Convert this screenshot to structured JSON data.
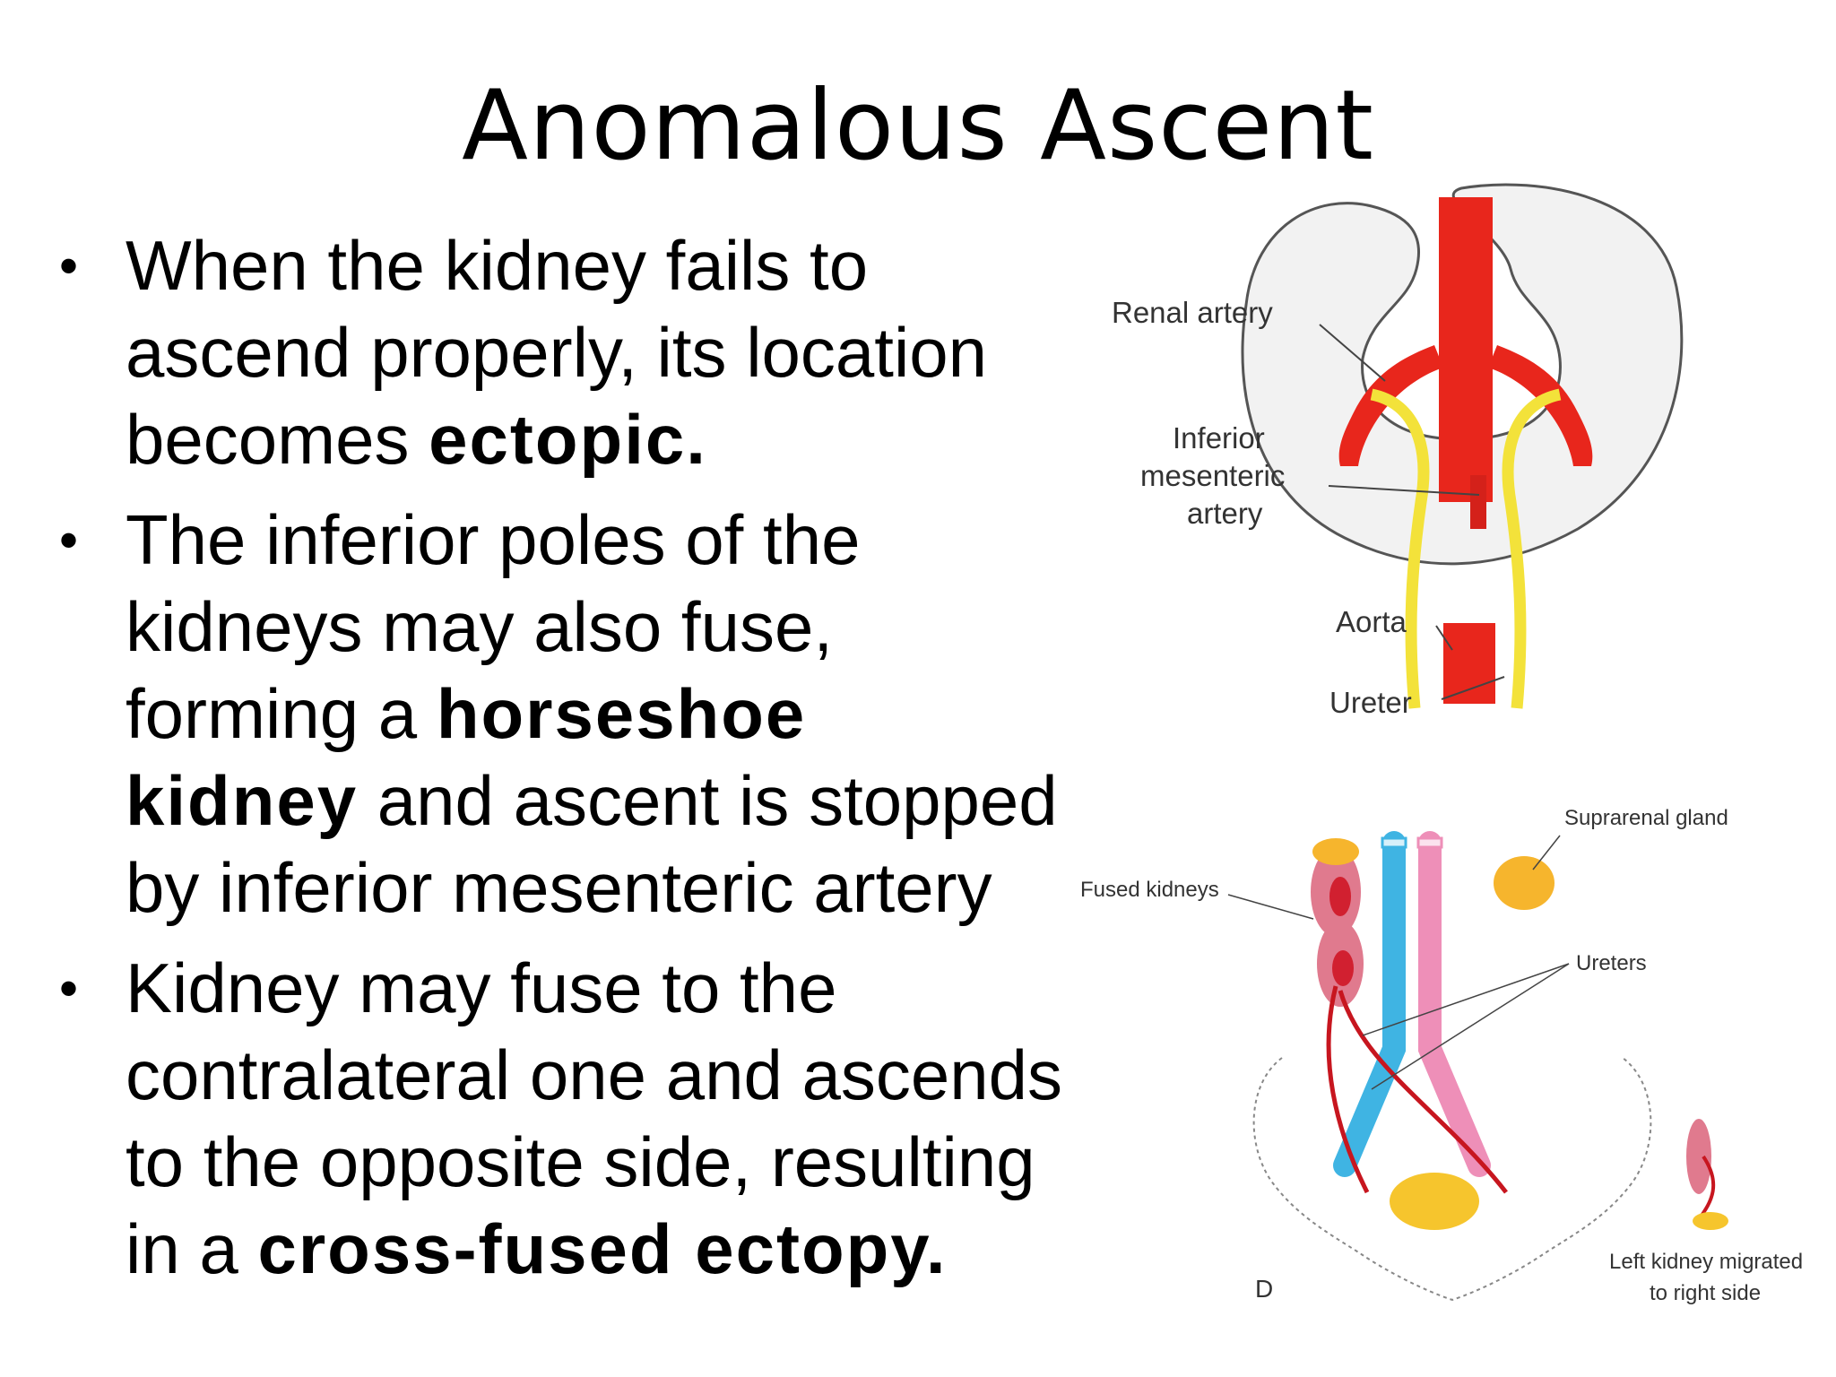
{
  "slide": {
    "title": "Anomalous Ascent",
    "bullets": [
      {
        "lines": [
          [
            "When the kidney fails to",
            ""
          ],
          [
            "ascend properly, its location",
            ""
          ],
          [
            "becomes ",
            "ectopic."
          ]
        ]
      },
      {
        "lines": [
          [
            "The inferior poles of the",
            ""
          ],
          [
            "kidneys may also fuse,",
            ""
          ],
          [
            "forming a ",
            "horseshoe"
          ],
          [
            "",
            "kidney",
            " and ascent is stopped"
          ],
          [
            "by inferior mesenteric artery",
            ""
          ]
        ]
      },
      {
        "lines": [
          [
            "Kidney may fuse to the",
            ""
          ],
          [
            "contralateral one and ascends",
            ""
          ],
          [
            "to the opposite side, resulting",
            ""
          ],
          [
            "in a ",
            "cross-fused ectopy."
          ]
        ]
      }
    ]
  },
  "figure_top": {
    "labels": {
      "renal_artery": "Renal artery",
      "inferior_mesenteric_1": "Inferior",
      "inferior_mesenteric_2": "mesenteric",
      "inferior_mesenteric_3": "artery",
      "aorta": "Aorta",
      "ureter": "Ureter"
    }
  },
  "figure_bottom": {
    "labels": {
      "suprarenal_gland": "Suprarenal gland",
      "fused_kidneys": "Fused kidneys",
      "ureters": "Ureters",
      "panel_letter": "D",
      "caption_1": "Left kidney migrated",
      "caption_2": "to right side"
    }
  },
  "colors": {
    "artery_red": "#e8261c",
    "ureter_yellow": "#f3e23a",
    "vein_blue": "#3fb4e3",
    "pink_vessel": "#ee8fb8",
    "gland_orange": "#f6b52d",
    "kidney_pink": "#e07a8e"
  }
}
